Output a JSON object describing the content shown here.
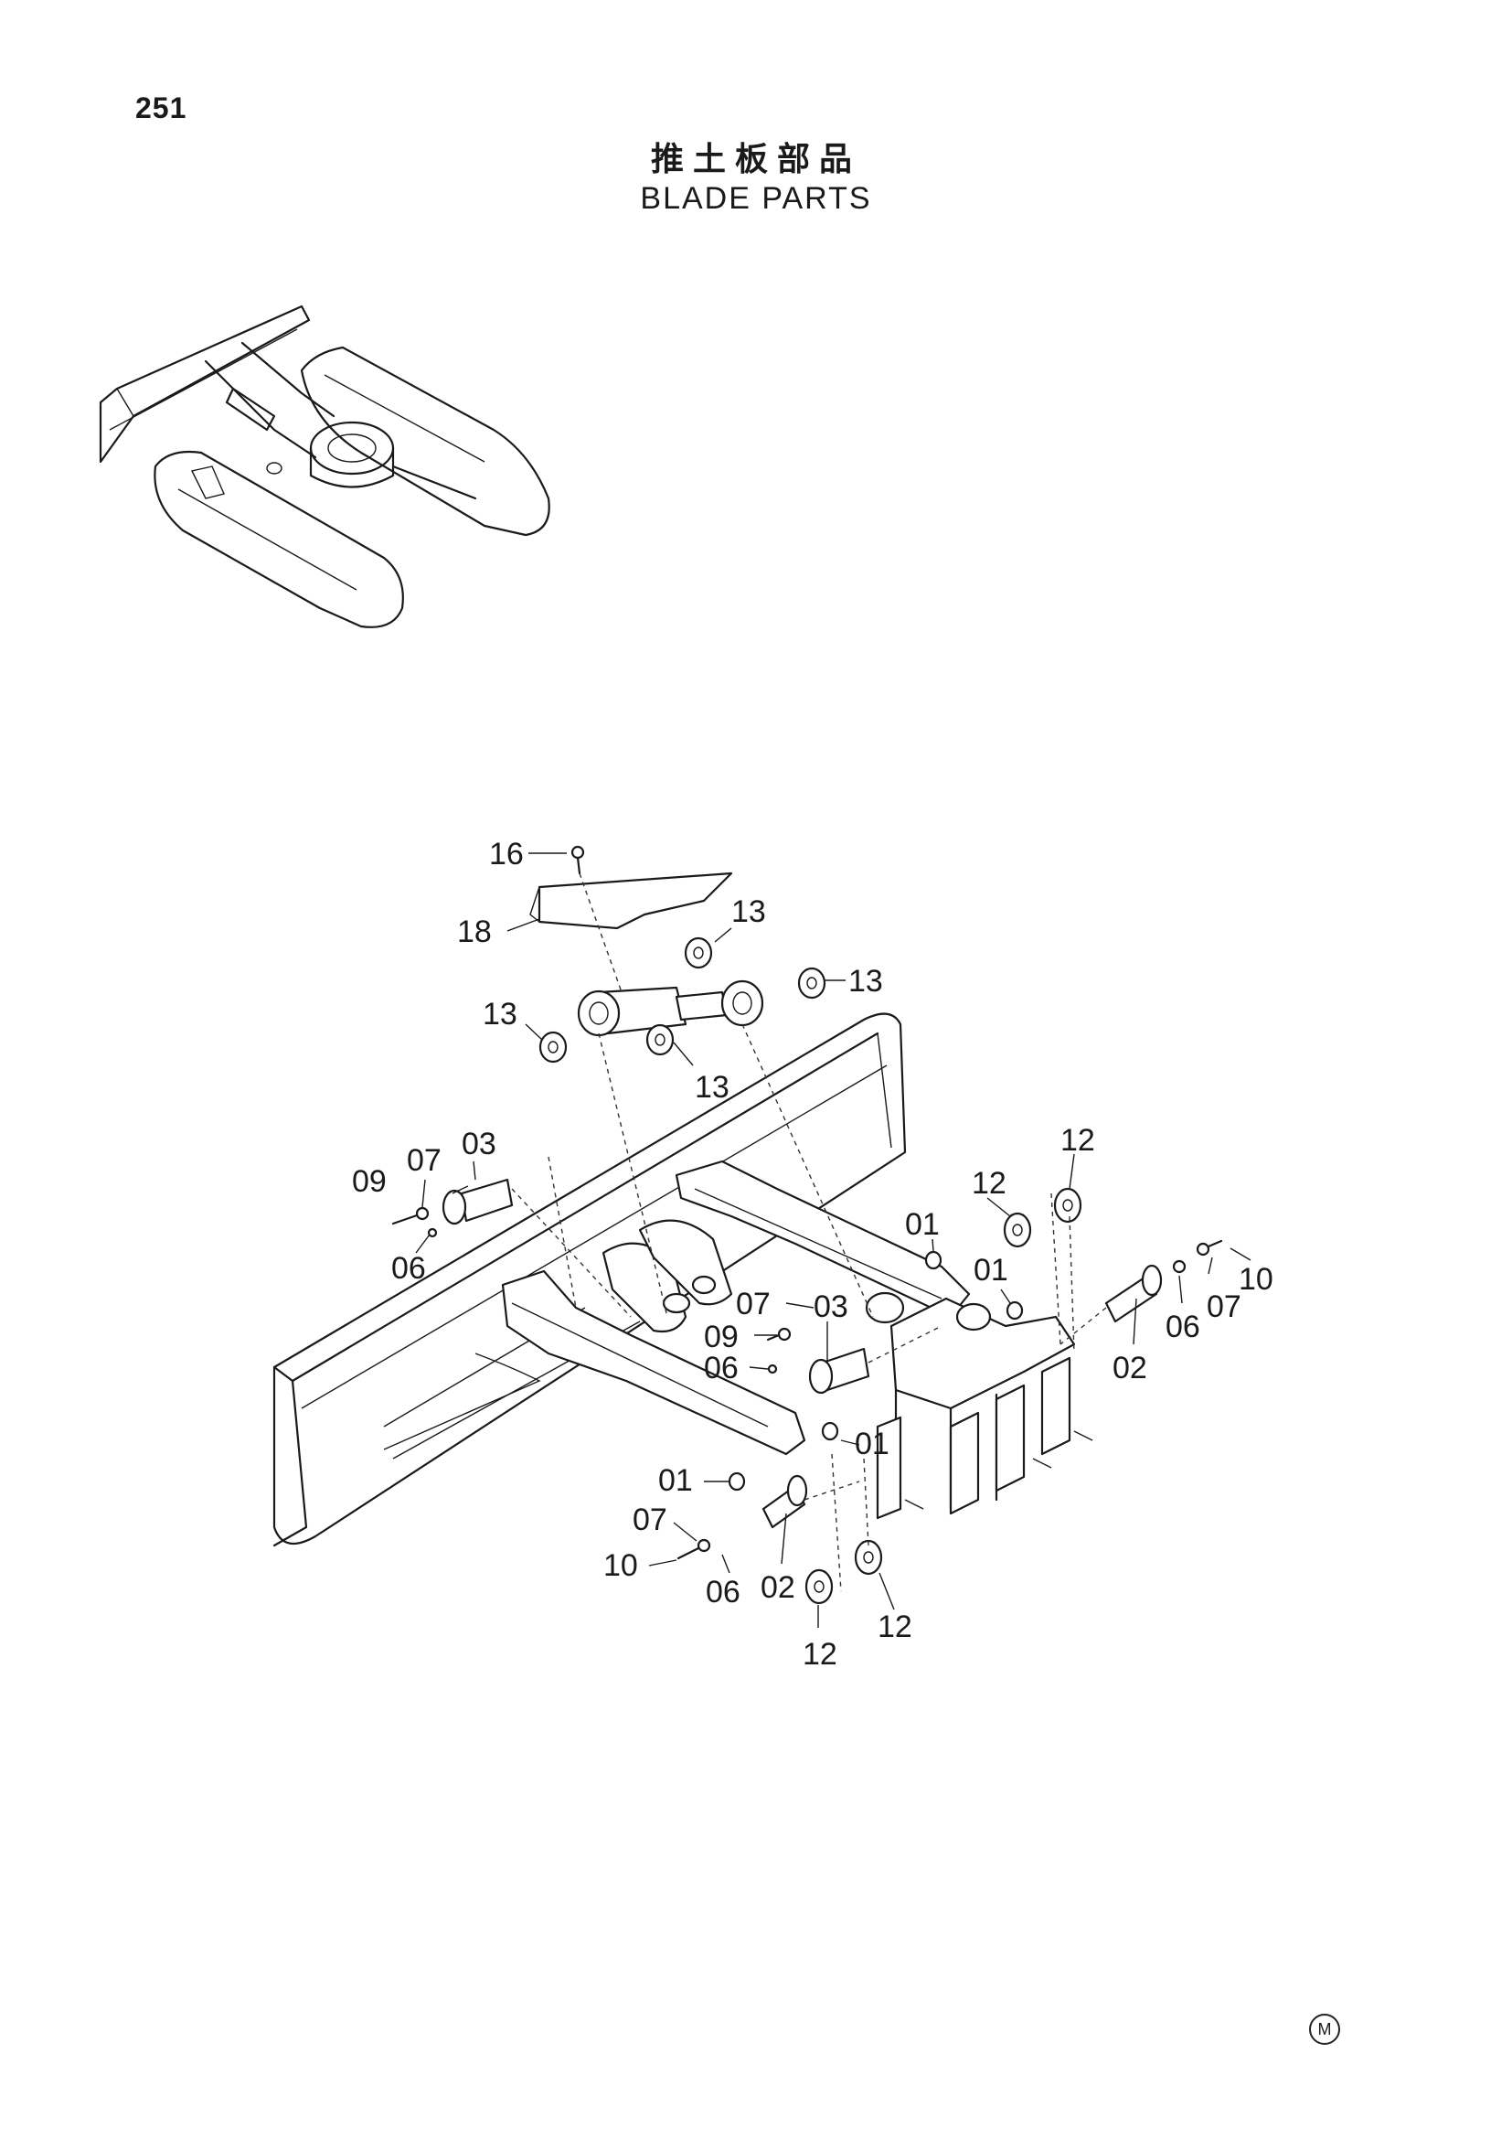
{
  "page": {
    "number": "251",
    "title_cn": "推土板部品",
    "title_en": "BLADE PARTS",
    "mark": "M"
  },
  "callouts": {
    "c16": "16",
    "c18": "18",
    "c13a": "13",
    "c13b": "13",
    "c13c": "13",
    "c13d": "13",
    "c09a": "09",
    "c07a": "07",
    "c03a": "03",
    "c06a": "06",
    "c07b": "07",
    "c03b": "03",
    "c09b": "09",
    "c06b": "06",
    "c01a": "01",
    "c01b": "01",
    "c01c": "01",
    "c01d": "01",
    "c12a": "12",
    "c12b": "12",
    "c12c": "12",
    "c12d": "12",
    "c10a": "10",
    "c07c": "07",
    "c06c": "06",
    "c02a": "02",
    "c07d": "07",
    "c10b": "10",
    "c06d": "06",
    "c02b": "02"
  }
}
